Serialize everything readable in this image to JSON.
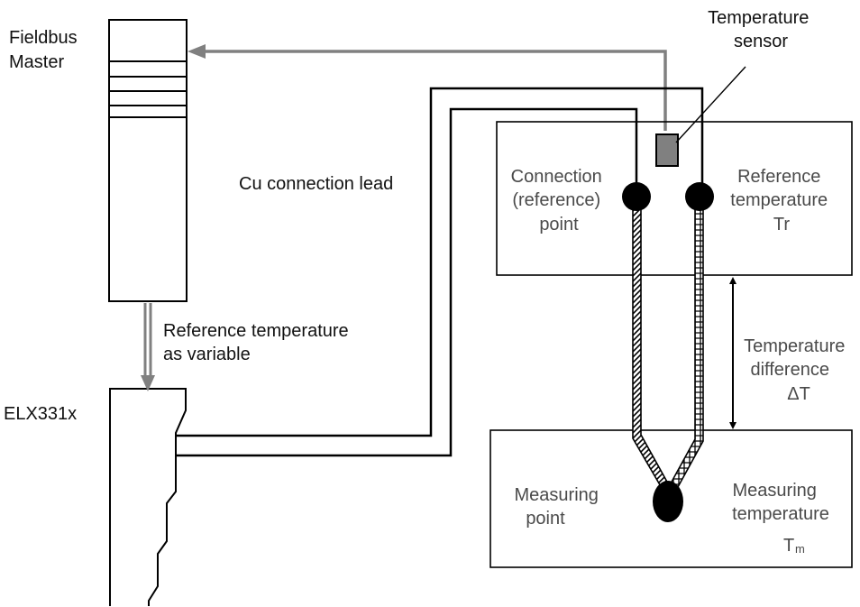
{
  "labels": {
    "fieldbus_master_line1": "Fieldbus",
    "fieldbus_master_line2": "Master",
    "temp_sensor_line1": "Temperature",
    "temp_sensor_line2": "sensor",
    "cu_lead": "Cu connection lead",
    "ref_temp_var_line1": "Reference temperature",
    "ref_temp_var_line2": "as variable",
    "elx": "ELX331x",
    "connection_line1": "Connection",
    "connection_line2": "(reference)",
    "connection_line3": "point",
    "reference_line1": "Reference",
    "reference_line2": "temperature",
    "reference_line3": "Tr",
    "tdiff_line1": "Temperature",
    "tdiff_line2": "difference",
    "tdiff_line3": "ΔT",
    "measuring_point_line1": "Measuring",
    "measuring_point_line2": "point",
    "measuring_temp_line1": "Measuring",
    "measuring_temp_line2": "temperature",
    "measuring_temp_T": "T",
    "measuring_temp_sub": "m"
  },
  "colors": {
    "line": "#000000",
    "arrow_gray": "#808080",
    "sensor_fill": "#808080",
    "label_dark": "#111111",
    "label_gray": "#4a4a4a"
  }
}
